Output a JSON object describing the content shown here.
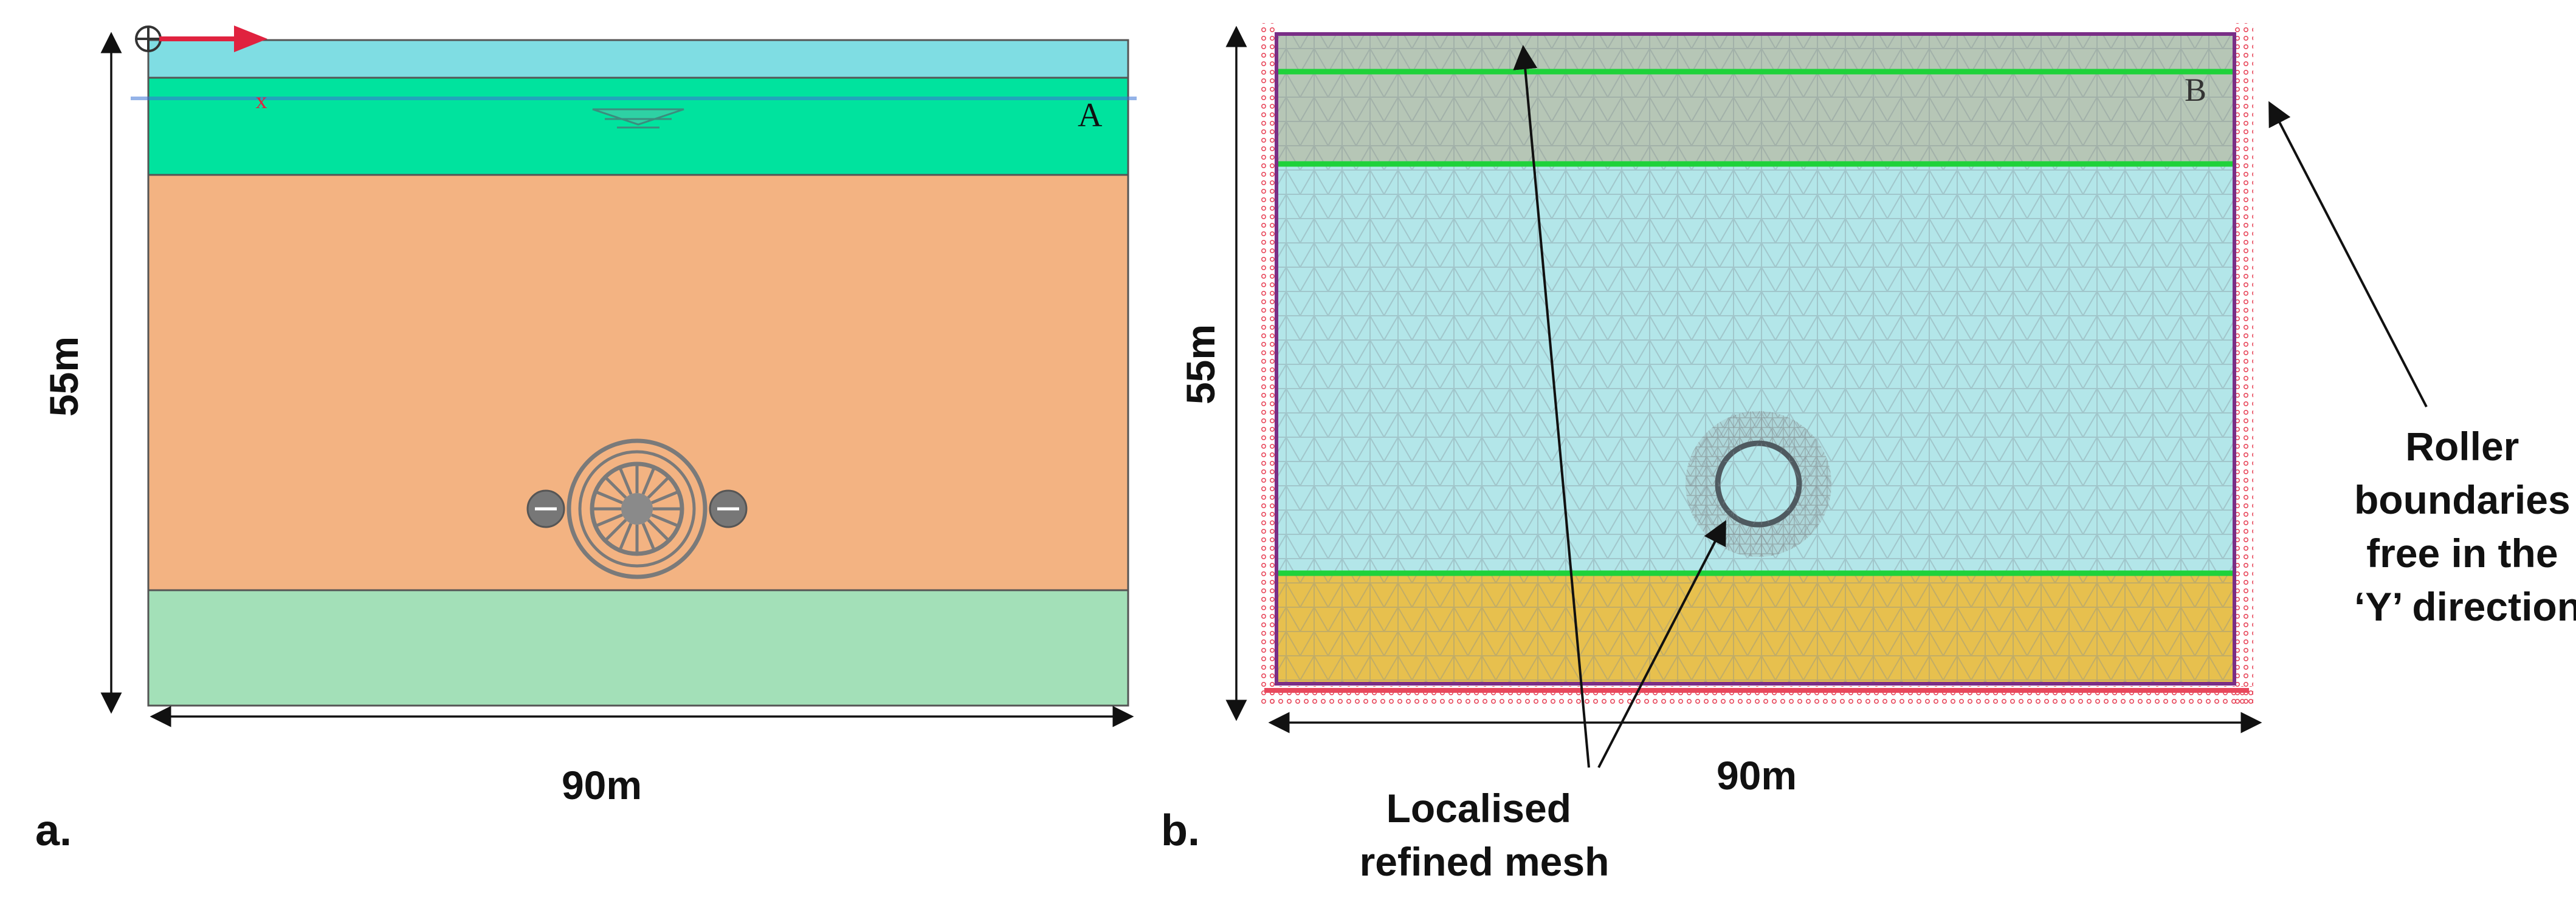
{
  "panel_a": {
    "caption": "a.",
    "height_label": "55m",
    "width_label": "90m",
    "point_label": "A",
    "marker_label": "x",
    "colors": {
      "water": "#7FDDE3",
      "top_layer": "#00E39E",
      "main_layer": "#F3B382",
      "bottom_layer": "#A3E0B8",
      "tunnel": "#7A7A7A",
      "axis_arrow": "#E0223F"
    },
    "icons": [
      "origin-crosshair-icon",
      "water-table-icon",
      "tunnel-cross-section-icon"
    ]
  },
  "panel_b": {
    "caption": "b.",
    "height_label": "55m",
    "width_label": "90m",
    "point_label": "B",
    "annotation_roller": [
      "Roller",
      "boundaries",
      "free in the",
      "‘Y’ direction"
    ],
    "annotation_mesh": [
      "Localised",
      "refined mesh"
    ],
    "colors": {
      "mesh_top": "#B6C6B6",
      "mesh_main": "#B3E6E9",
      "mesh_bottom": "#E7C04E",
      "layer_line": "#1FD23A",
      "boundary": "#E8485C",
      "frame": "#7A2E86"
    }
  }
}
